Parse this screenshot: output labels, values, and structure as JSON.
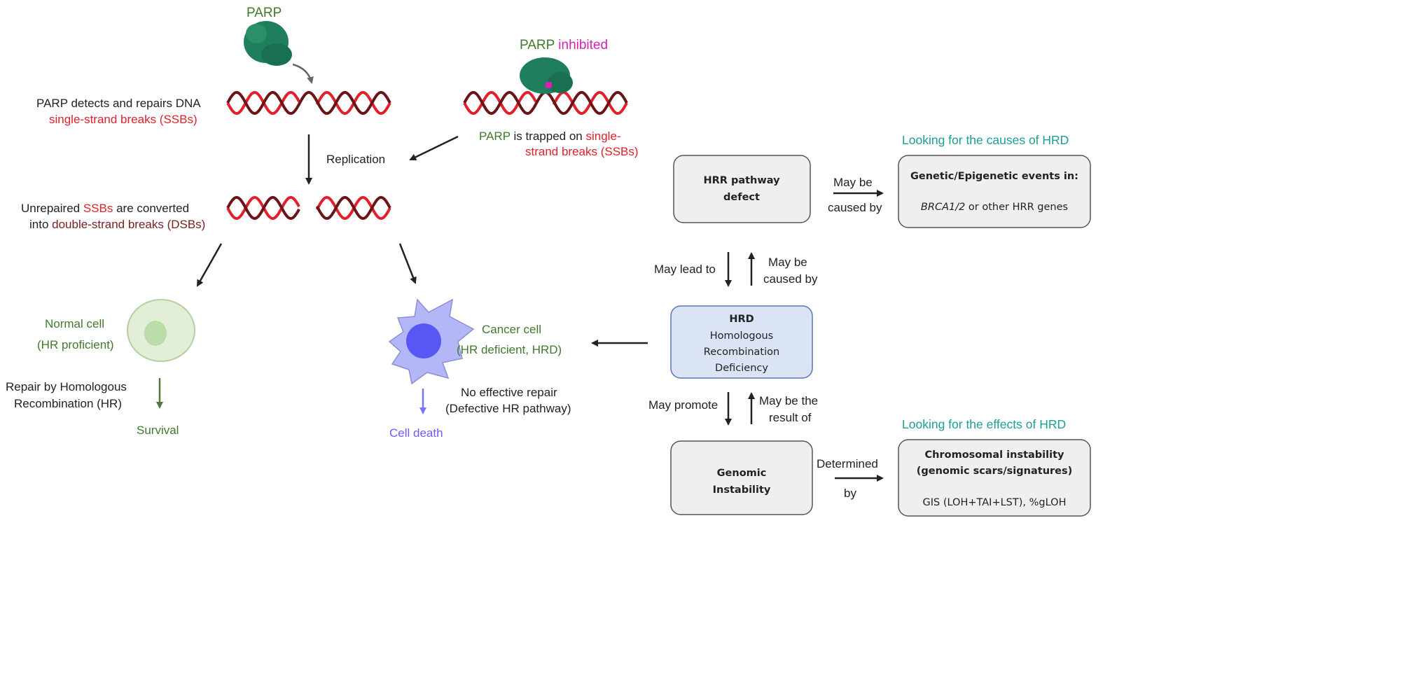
{
  "colors": {
    "green": "#3f7a2e",
    "red": "#e0202a",
    "dark_red": "#7a1f1f",
    "magenta": "#d61fb4",
    "teal": "#1a9e96",
    "hrd_box": "#dbe4f5",
    "box": "#efefef",
    "cancer_cell": "#b3b6f7",
    "nucleus": "#5856f5",
    "normal_cell": "#e2efd6"
  },
  "left": {
    "parp_label": "PARP",
    "detect_line1": "PARP detects and repairs DNA",
    "detect_line2": "single-strand breaks (SSBs)",
    "replication": "Replication",
    "unrepaired_a": "Unrepaired ",
    "unrepaired_b": "SSBs",
    "unrepaired_c": " are converted",
    "into_a": "into ",
    "into_b": "double-strand breaks (DSBs)",
    "normal_cell": "Normal cell",
    "hr_proficient": "(HR proficient)",
    "repair_line1": "Repair by Homologous",
    "repair_line2": "Recombination (HR)",
    "survival": "Survival",
    "cancer_cell": "Cancer cell",
    "hr_deficient": "(HR deficient, HRD)",
    "no_repair_line1": "No effective repair",
    "no_repair_line2": "(Defective HR pathway)",
    "cell_death": "Cell death",
    "parp_inh_a": "PARP",
    "parp_inh_b": " inhibited",
    "trapped_a": "PARP",
    "trapped_b": " is trapped on ",
    "trapped_c": "single-",
    "trapped_d": "strand breaks (SSBs)"
  },
  "right": {
    "causes_title": "Looking for the causes of HRD",
    "effects_title": "Looking for the effects of HRD",
    "hrr_box": {
      "line1": "HRR pathway",
      "line2": "defect"
    },
    "may_be_caused_by_h": {
      "line1": "May be",
      "line2": "caused by"
    },
    "genetic_box": {
      "title": "Genetic/Epigenetic events in:",
      "italic": "BRCA1/2",
      "rest": " or other HRR genes"
    },
    "may_lead_to": "May lead to",
    "may_be_caused_by_v": {
      "line1": "May be",
      "line2": "caused by"
    },
    "hrd_box": {
      "title": "HRD",
      "line1": "Homologous",
      "line2": "Recombination",
      "line3": "Deficiency"
    },
    "may_promote": "May promote",
    "may_be_result": {
      "line1": "May be the",
      "line2": "result of"
    },
    "genomic_box": {
      "line1": "Genomic",
      "line2": "Instability"
    },
    "determined_by": {
      "line1": "Determined",
      "line2": "by"
    },
    "chromosomal_box": {
      "line1": "Chromosomal instability",
      "line2": "(genomic scars/signatures)",
      "line3": "GIS (LOH+TAI+LST), %gLOH"
    }
  }
}
